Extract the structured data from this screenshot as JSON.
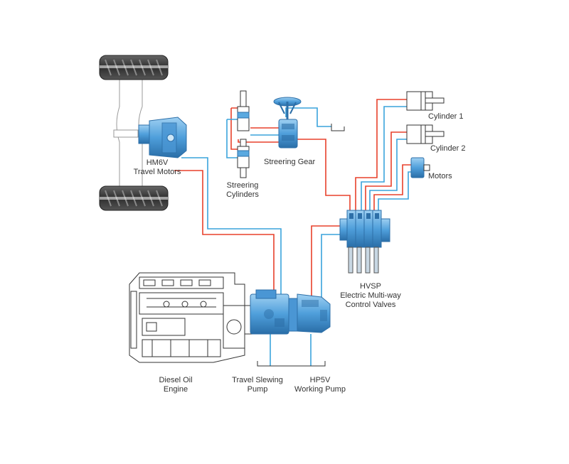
{
  "colors": {
    "pressure_line": "#e8412b",
    "return_line": "#3aa3dc",
    "component_fill": "#5aa9e0",
    "component_dark": "#2d6fa8",
    "outline": "#333333",
    "tire": "#3a3a3a"
  },
  "labels": {
    "travel_motors": {
      "line1": "HM6V",
      "line2": "Travel Motors"
    },
    "steering_cylinders": {
      "line1": "Streering",
      "line2": "Cylinders"
    },
    "steering_gear": "Streering Gear",
    "cylinder1": "Cylinder 1",
    "cylinder2": "Cylinder 2",
    "motors": "Motors",
    "control_valves": {
      "line1": "HVSP",
      "line2": "Electric Multi-way",
      "line3": "Control Valves"
    },
    "engine": {
      "line1": "Diesel Oil",
      "line2": "Engine"
    },
    "slewing_pump": {
      "line1": "Travel Slewing",
      "line2": "Pump"
    },
    "working_pump": {
      "line1": "HP5V",
      "line2": "Working Pump"
    }
  }
}
